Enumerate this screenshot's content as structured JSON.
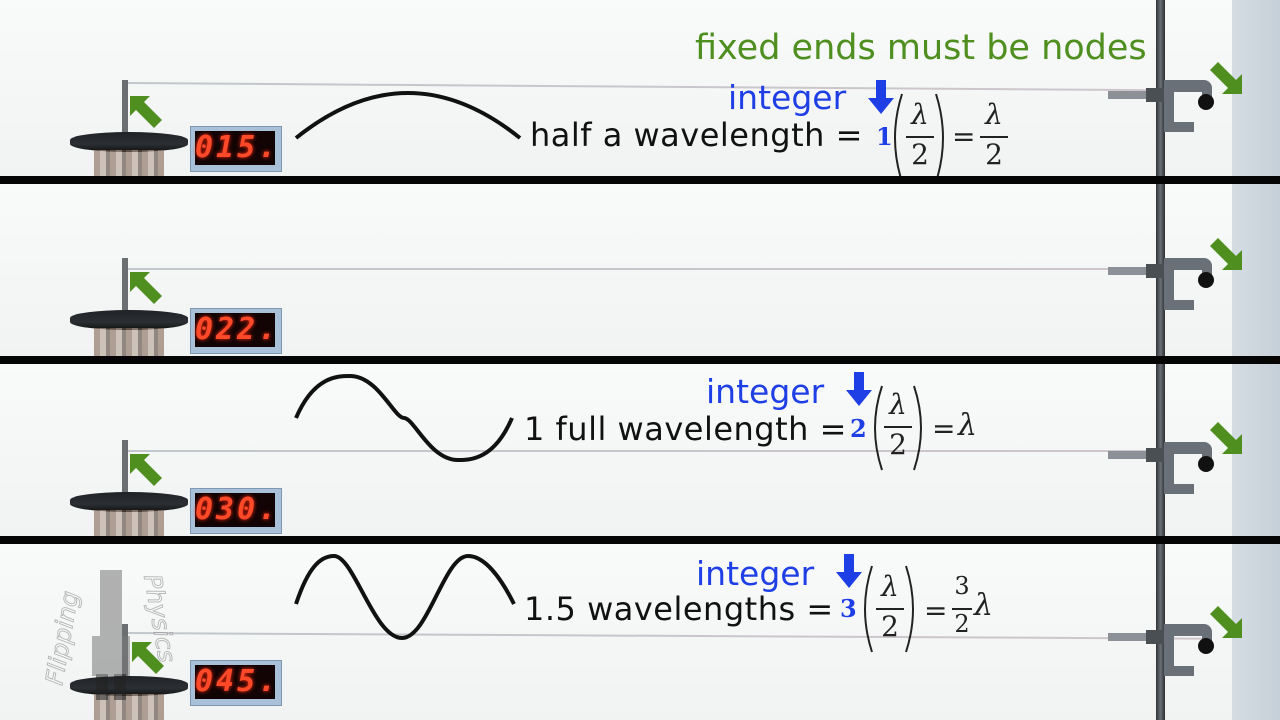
{
  "title": "fixed ends must be nodes",
  "integer_label": "integer",
  "equals_sign": "=",
  "fraction": {
    "numerator": "λ",
    "denominator": "2"
  },
  "rows": [
    {
      "display": "015.",
      "label": "half a wavelength =",
      "integer": "1",
      "result": "λ",
      "result_over": "2",
      "result_coef": ""
    },
    {
      "display": "022.",
      "label": "",
      "integer": "",
      "result": "",
      "result_over": "",
      "result_coef": ""
    },
    {
      "display": "030.",
      "label": "1 full wavelength =",
      "integer": "2",
      "result": "λ",
      "result_over": "",
      "result_coef": ""
    },
    {
      "display": "045.",
      "label": "1.5 wavelengths =",
      "integer": "3",
      "result": "λ",
      "result_over": "2",
      "result_coef": "3"
    }
  ],
  "logo_text": "Flipping Physics",
  "colors": {
    "green": "#4e8f1f",
    "blue": "#1f3fe6",
    "led": "#ff4a2a",
    "divider": "#050505"
  }
}
